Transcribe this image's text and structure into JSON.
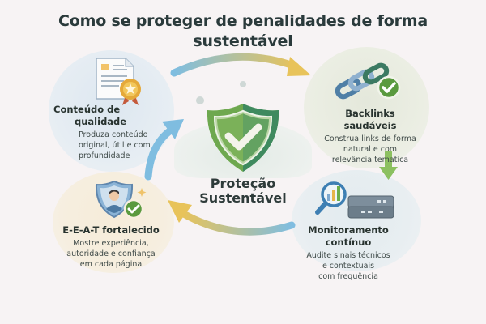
{
  "title": {
    "line1": "Como se proteger de penalidades de forma",
    "line2": "sustentável"
  },
  "center": {
    "icon": "shield-check-icon",
    "label_line1": "Proteção",
    "label_line2": "Sustentável"
  },
  "steps": [
    {
      "icon": "certificate-badge-icon",
      "heading_line1": "Conteúdo de",
      "heading_line2": "qualidade",
      "desc_lines": [
        "Produza conteúdo",
        "original, útil e com",
        "profundidade"
      ]
    },
    {
      "icon": "chain-link-check-icon",
      "heading": "Backlinks saudáveis",
      "desc_lines": [
        "Construa links de forma",
        "natural e com",
        "relevância tematica"
      ]
    },
    {
      "icon": "server-magnifier-icon",
      "heading": "Monitoramento contínuo",
      "desc_lines": [
        "Audite sinais técnicos",
        "e contextuais",
        "com frequência"
      ]
    },
    {
      "icon": "user-shield-check-icon",
      "heading": "E-E-A-T fortalecido",
      "desc_lines": [
        "Mostre experiência,",
        "autoridade e confiança",
        "em cada página"
      ]
    }
  ],
  "colors": {
    "background": "#f7f3f4",
    "shield_light": "#7fb35a",
    "shield_dark": "#3f8a5f",
    "arrow_blue": "#7fbde0",
    "arrow_yellow": "#e8c35a",
    "arrow_green": "#8cc060"
  }
}
